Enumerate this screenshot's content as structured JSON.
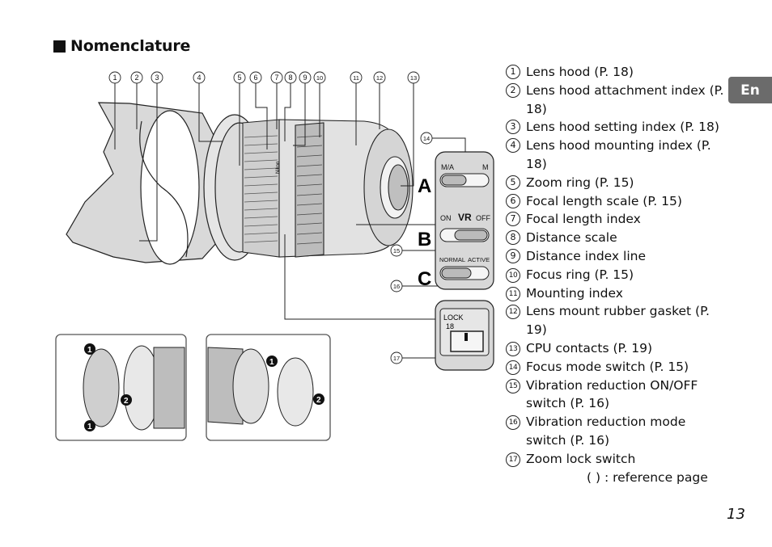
{
  "heading": "Nomenclature",
  "language_tab": "En",
  "page_number": "13",
  "callout_numbers": [
    "1",
    "2",
    "3",
    "4",
    "5",
    "6",
    "7",
    "8",
    "9",
    "10",
    "11",
    "12",
    "13",
    "14",
    "15",
    "16",
    "17"
  ],
  "switch_panel": {
    "A": {
      "label": "A",
      "left": "M/A",
      "right": "M"
    },
    "B": {
      "label": "B",
      "left": "ON",
      "center": "VR",
      "right": "OFF"
    },
    "C": {
      "label": "C",
      "left": "NORMAL",
      "right": "ACTIVE"
    }
  },
  "zoom_lock_panel": {
    "lock_label": "LOCK",
    "focal": "18"
  },
  "inset_steps": {
    "step1": "1",
    "step2": "2"
  },
  "lens_brand": "Nikon",
  "legend": [
    {
      "num": "1",
      "label": "Lens hood (P. 18)"
    },
    {
      "num": "2",
      "label": "Lens hood attachment index (P. 18)"
    },
    {
      "num": "3",
      "label": "Lens hood setting index (P. 18)"
    },
    {
      "num": "4",
      "label": "Lens hood mounting index (P. 18)"
    },
    {
      "num": "5",
      "label": "Zoom ring (P. 15)"
    },
    {
      "num": "6",
      "label": "Focal length scale (P. 15)"
    },
    {
      "num": "7",
      "label": "Focal length index"
    },
    {
      "num": "8",
      "label": "Distance scale"
    },
    {
      "num": "9",
      "label": "Distance index line"
    },
    {
      "num": "10",
      "label": "Focus ring (P. 15)"
    },
    {
      "num": "11",
      "label": "Mounting index"
    },
    {
      "num": "12",
      "label": "Lens mount rubber gasket (P. 19)"
    },
    {
      "num": "13",
      "label": "CPU contacts (P. 19)"
    },
    {
      "num": "14",
      "label": "Focus mode switch (P. 15)"
    },
    {
      "num": "15",
      "label": "Vibration reduction ON/OFF switch (P. 16)"
    },
    {
      "num": "16",
      "label": "Vibration reduction mode switch (P. 16)"
    },
    {
      "num": "17",
      "label": " Zoom lock switch"
    }
  ],
  "reference_note": "(     ) : reference page"
}
